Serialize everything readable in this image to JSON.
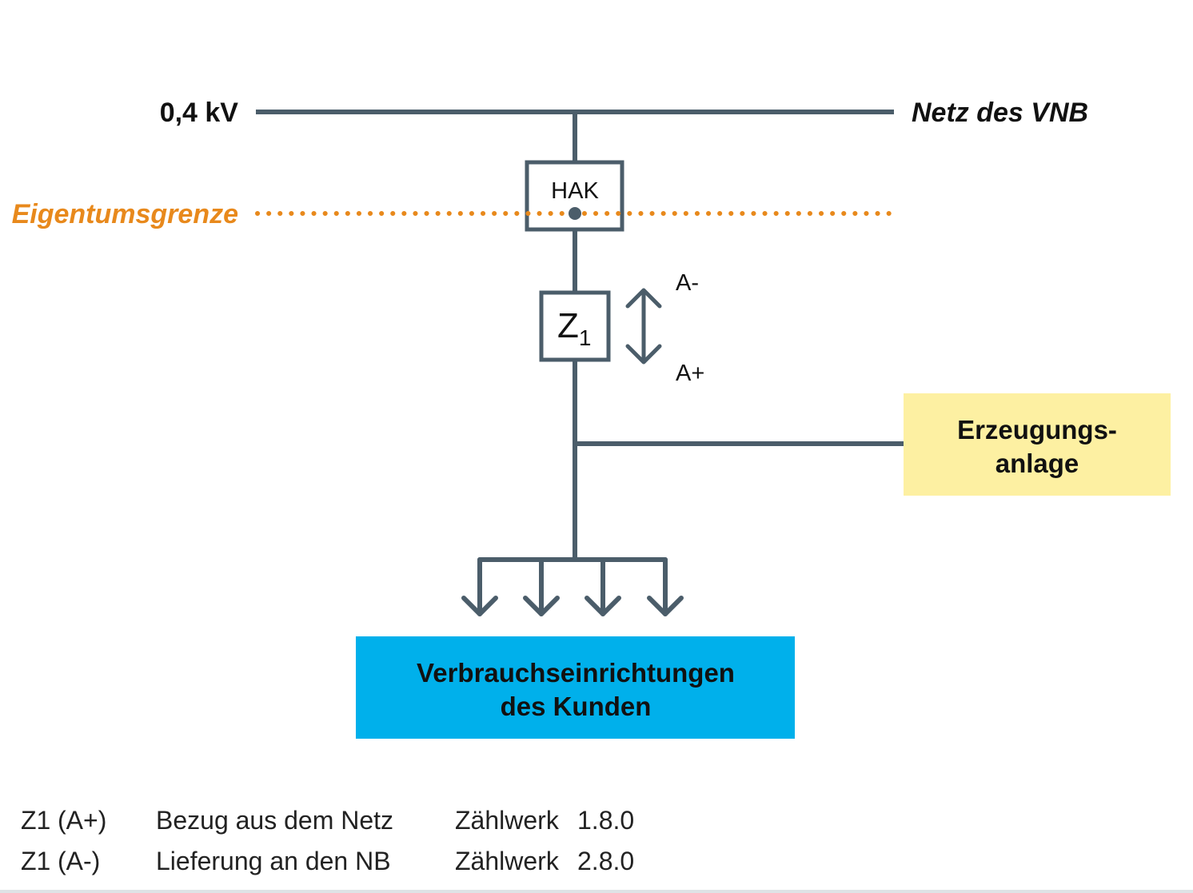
{
  "colors": {
    "line": "#4b5d6a",
    "boundary": "#e8891c",
    "generation_box": "#fdf0a2",
    "consumer_box": "#00b0eb",
    "text": "#111111"
  },
  "labels": {
    "voltage": "0,4 kV",
    "grid": "Netz des VNB",
    "ownership_boundary": "Eigentumsgrenze",
    "hak": "HAK",
    "meter_main": "Z",
    "meter_sub": "1",
    "export": "A-",
    "import": "A+",
    "generation_line1": "Erzeugungs-",
    "generation_line2": "anlage",
    "consumers_line1": "Verbrauchseinrichtungen",
    "consumers_line2": "des Kunden"
  },
  "legend": [
    {
      "meter": "Z1",
      "direction": "(A+)",
      "description": "Bezug aus dem Netz",
      "register_label": "Zählwerk",
      "register": "1.8.0"
    },
    {
      "meter": "Z1",
      "direction": "(A-)",
      "description": "Lieferung an den NB",
      "register_label": "Zählwerk",
      "register": "2.8.0"
    }
  ],
  "icons": {
    "meter_arrow": "double-vertical-arrow-icon",
    "consumer_arrows": "down-arrow-icon"
  }
}
